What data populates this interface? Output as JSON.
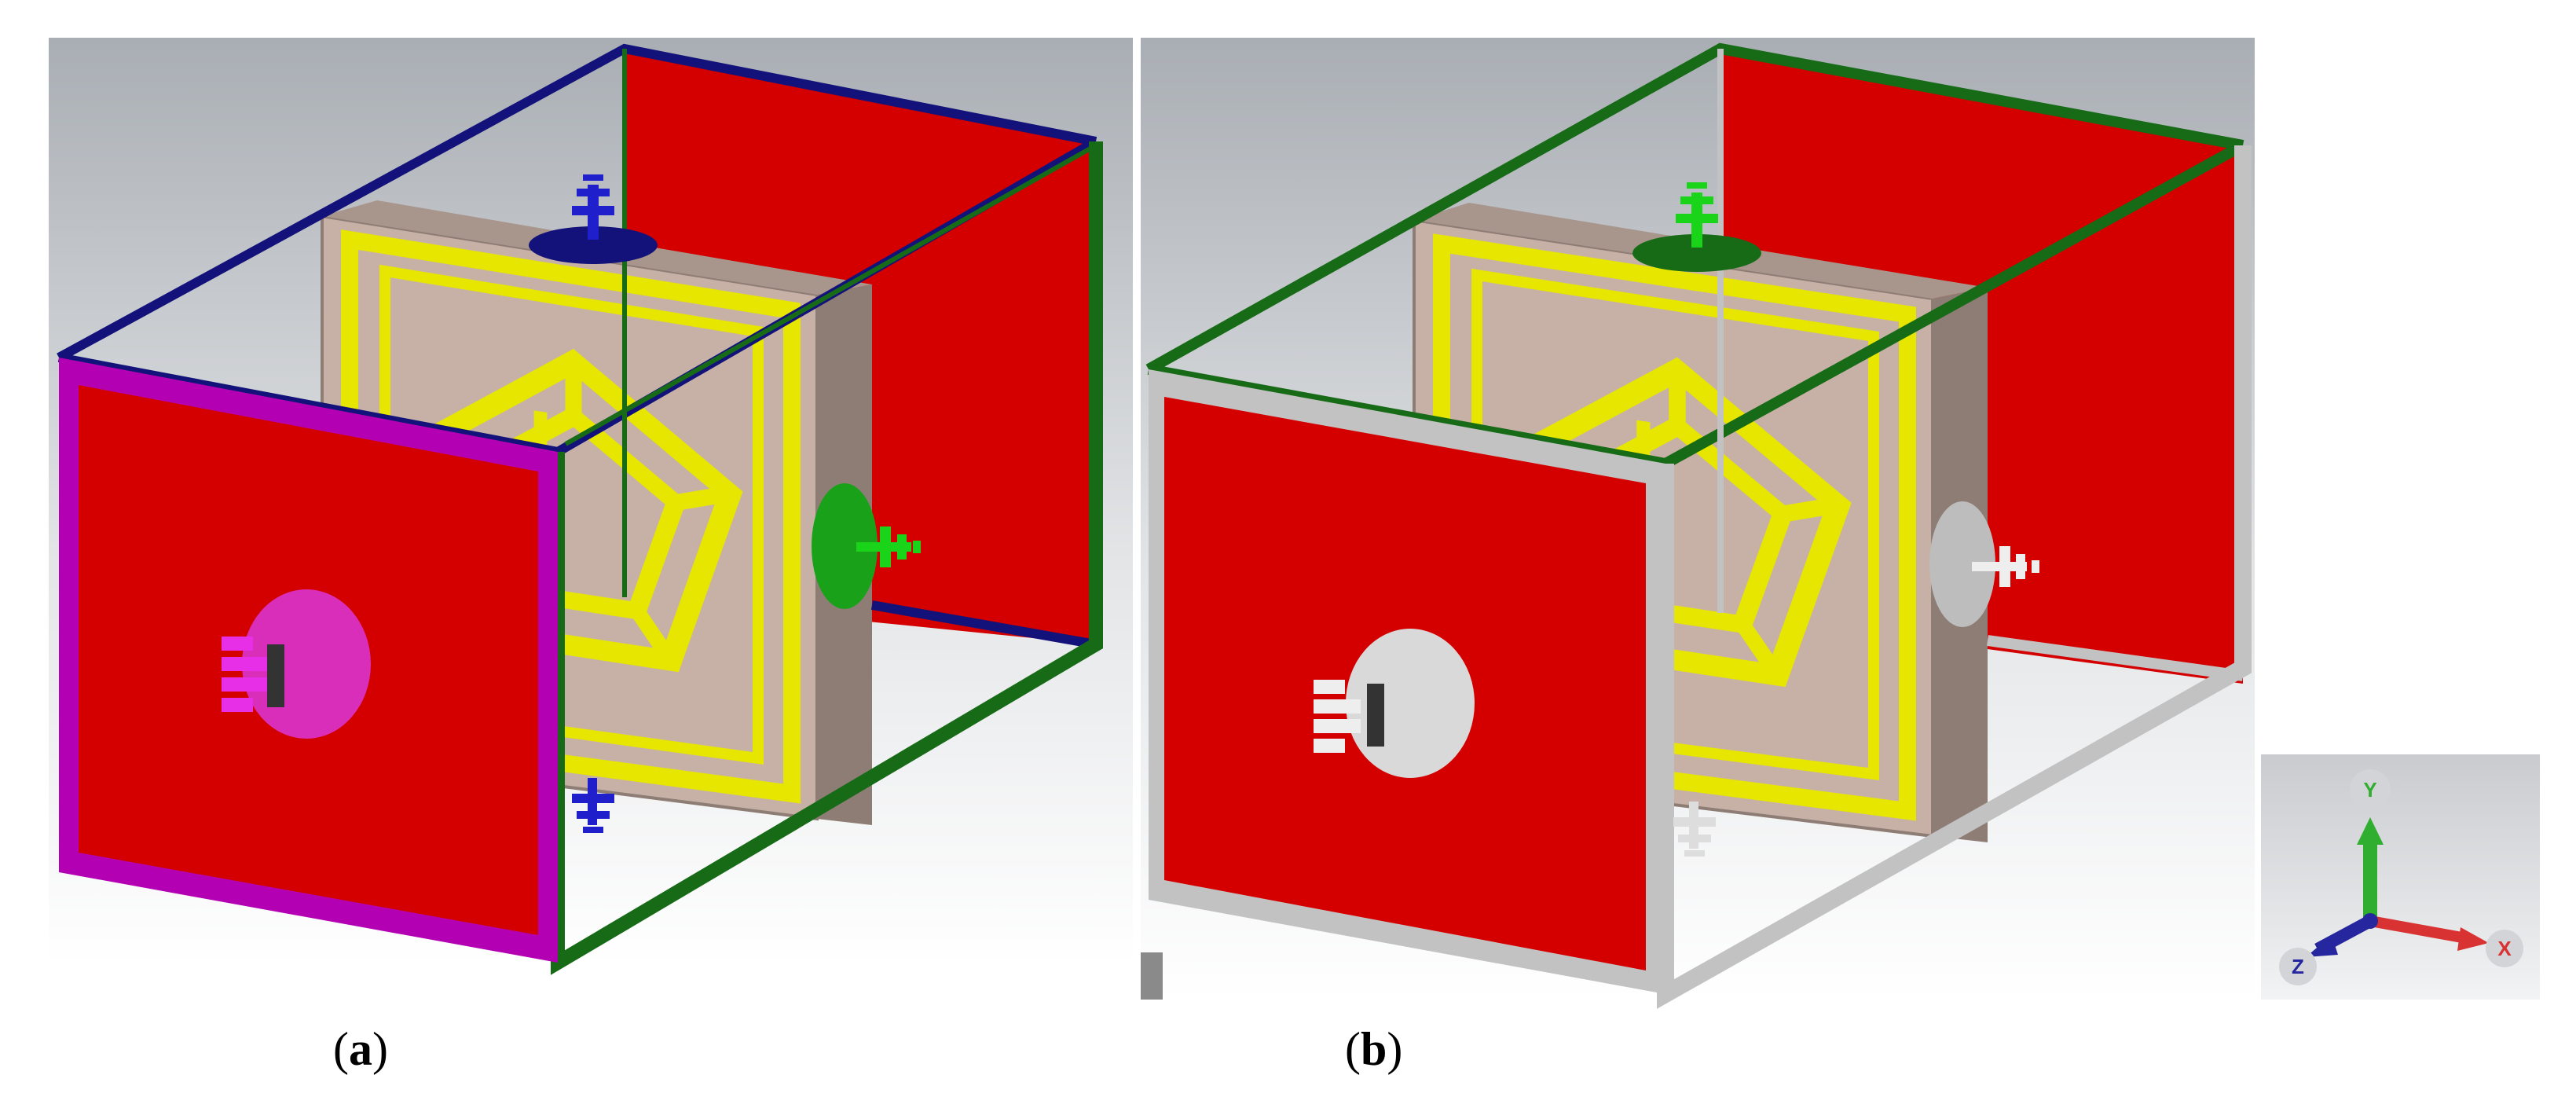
{
  "captions": {
    "a": {
      "open": "(",
      "letter": "a",
      "close": ")"
    },
    "b": {
      "open": "(",
      "letter": "b",
      "close": ")"
    }
  },
  "axes": {
    "y": "Y",
    "x": "X",
    "z": "Z"
  },
  "colors": {
    "background_top": "#a9aeb4",
    "background_bottom": "#ffffff",
    "boundary_red": "#d40000",
    "dielectric": "#c7b1a6",
    "dielectric_side": "#8e7d75",
    "metal_yellow": "#e6e600",
    "edge_blue": "#12127a",
    "edge_green": "#176b17",
    "edge_magenta": "#b300b3",
    "edge_gray": "#c2c2c2",
    "port_magenta": "#d936d9",
    "port_green": "#1aa11a",
    "port_blue": "#1f1fcc",
    "port_gray": "#d9d9d9",
    "axis_y": "#2fae2f",
    "axis_x": "#d83232",
    "axis_z": "#26269e"
  }
}
